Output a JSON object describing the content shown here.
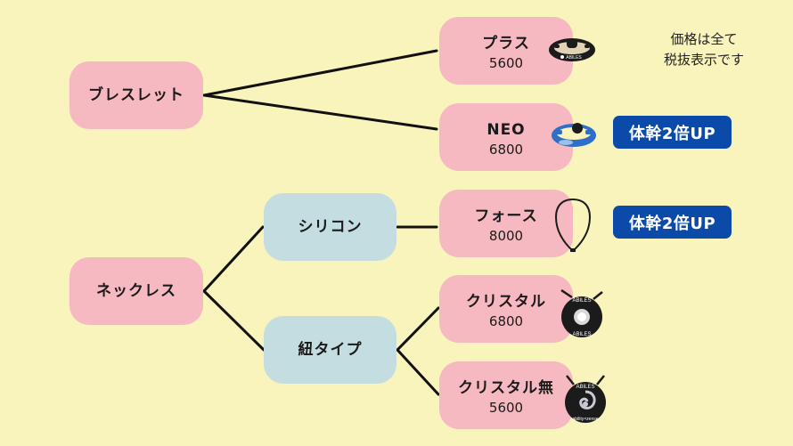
{
  "title_note": {
    "line1": "価格は全て",
    "line2": "税抜表示です"
  },
  "categories": [
    {
      "label": "ブレスレット",
      "color": "#F6B9C1"
    },
    {
      "label": "ネックレス",
      "color": "#F6B9C1"
    }
  ],
  "subcategories": [
    {
      "label": "シリコン",
      "color": "#C3DDE1"
    },
    {
      "label": "紐タイプ",
      "color": "#C3DDE1"
    }
  ],
  "products": [
    {
      "name": "プラス",
      "price": "5600",
      "icon": "black-bracelet-icon"
    },
    {
      "name": "NEO",
      "price": "6800",
      "icon": "blue-bracelet-icon",
      "badge": "体幹2倍UP"
    },
    {
      "name": "フォース",
      "price": "8000",
      "icon": "wire-necklace-icon",
      "badge": "体幹2倍UP"
    },
    {
      "name": "クリスタル",
      "price": "6800",
      "icon": "crystal-pendant-icon"
    },
    {
      "name": "クリスタル無",
      "price": "5600",
      "icon": "swirl-pendant-icon"
    }
  ],
  "colors": {
    "background": "#F9F4BB",
    "pink": "#F6B9C1",
    "blue": "#C3DDE1",
    "badge": "#0B4AA8",
    "line": "#111111"
  }
}
